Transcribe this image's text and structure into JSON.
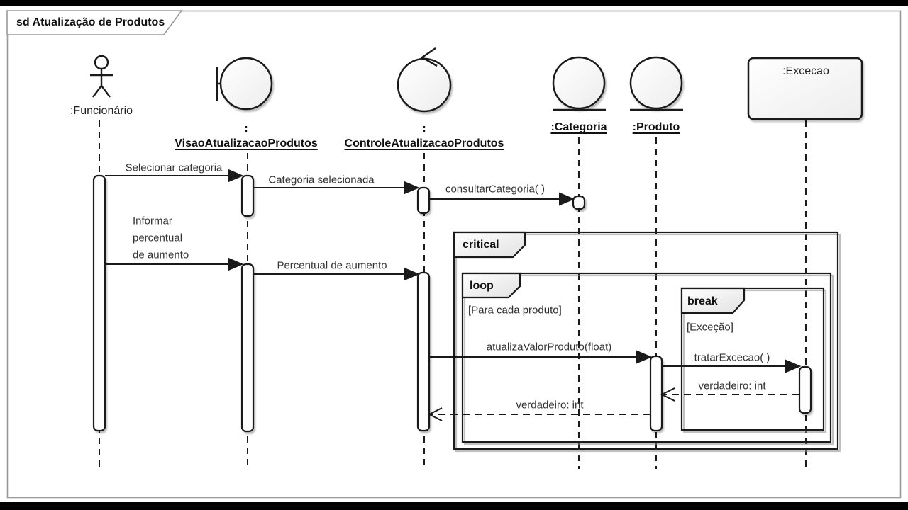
{
  "diagram": {
    "title": "sd Atualização de Produtos",
    "kind": "uml-sequence-diagram",
    "line_color": "#1a1a1a",
    "frame_border_color": "#9a9a9a",
    "background_color": "#ffffff"
  },
  "lifelines": [
    {
      "id": "funcionario",
      "type": "actor",
      "label": ":Funcionário"
    },
    {
      "id": "visao",
      "type": "boundary",
      "stereotype_colon": ":",
      "name": "VisaoAtualizacaoProdutos"
    },
    {
      "id": "controle",
      "type": "control",
      "stereotype_colon": ":",
      "name": "ControleAtualizacaoProdutos"
    },
    {
      "id": "categoria",
      "type": "entity",
      "label": ":Categoria"
    },
    {
      "id": "produto",
      "type": "entity",
      "label": ":Produto"
    },
    {
      "id": "excecao",
      "type": "object",
      "label": ":Excecao"
    }
  ],
  "messages": [
    {
      "label": "Selecionar categoria",
      "from": "funcionario",
      "to": "visao",
      "kind": "sync"
    },
    {
      "label": "Categoria selecionada",
      "from": "visao",
      "to": "controle",
      "kind": "sync"
    },
    {
      "label": "consultarCategoria( )",
      "from": "controle",
      "to": "categoria",
      "kind": "sync"
    },
    {
      "lines": [
        "Informar",
        "percentual",
        "de aumento"
      ],
      "from": "funcionario",
      "to": "visao",
      "kind": "sync"
    },
    {
      "label": "Percentual de aumento",
      "from": "visao",
      "to": "controle",
      "kind": "sync"
    },
    {
      "label": "atualizaValorProduto(float)",
      "from": "controle",
      "to": "produto",
      "kind": "sync"
    },
    {
      "label": "tratarExcecao( )",
      "from": "produto",
      "to": "excecao",
      "kind": "sync"
    },
    {
      "label": "verdadeiro: int",
      "from": "excecao",
      "to": "produto",
      "kind": "return"
    },
    {
      "label": "verdadeiro: int",
      "from": "produto",
      "to": "controle",
      "kind": "return"
    }
  ],
  "fragments": [
    {
      "operator": "critical",
      "guard": ""
    },
    {
      "operator": "loop",
      "guard": "[Para cada produto]"
    },
    {
      "operator": "break",
      "guard": "[Exceção]"
    }
  ]
}
